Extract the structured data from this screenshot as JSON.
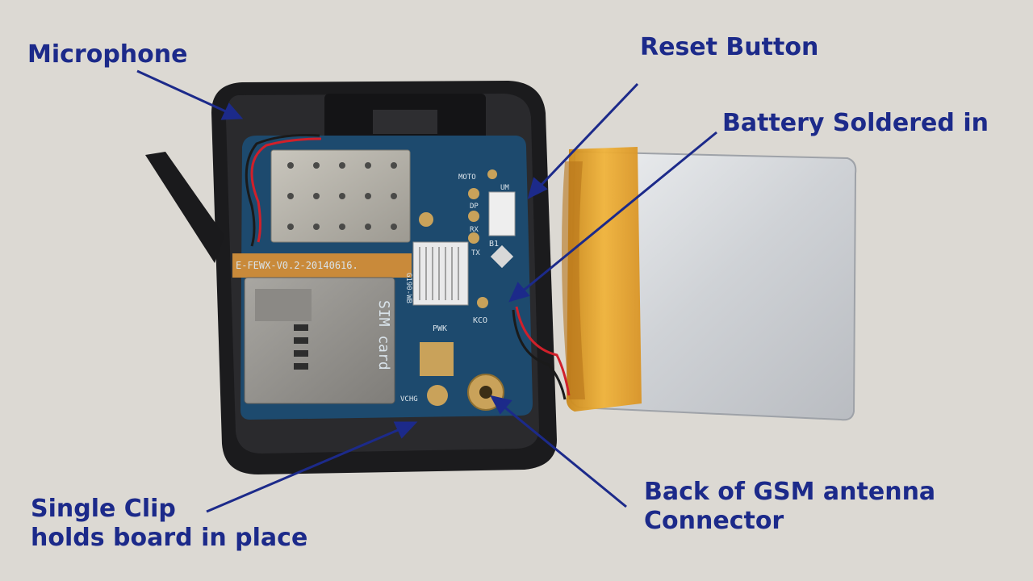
{
  "labels": {
    "microphone": "Microphone",
    "reset_button": "Reset Button",
    "battery_soldered": "Battery Soldered in",
    "single_clip_line1": "Single Clip",
    "single_clip_line2": "holds board in place",
    "gsm_line1": "Back of GSM antenna",
    "gsm_line2": "Connector"
  },
  "pcb_markings": {
    "board_id": "E-FEWX-V0.2-20140616.",
    "sim": "SIM card",
    "moto": "MOTO",
    "um": "UM",
    "dp": "DP",
    "rx": "RX",
    "tx": "TX",
    "b1": "B1",
    "pwk": "PWK",
    "kco": "KCO",
    "vchg": "VCHG",
    "g190": "G190-WB"
  },
  "colors": {
    "annotation": "#1c2a8a",
    "background": "#dcd9d3",
    "pcb": "#1d4a6e",
    "case": "#1b1b1d",
    "battery_tape": "#e8a52a",
    "battery_foil": "#d6d8dc"
  }
}
